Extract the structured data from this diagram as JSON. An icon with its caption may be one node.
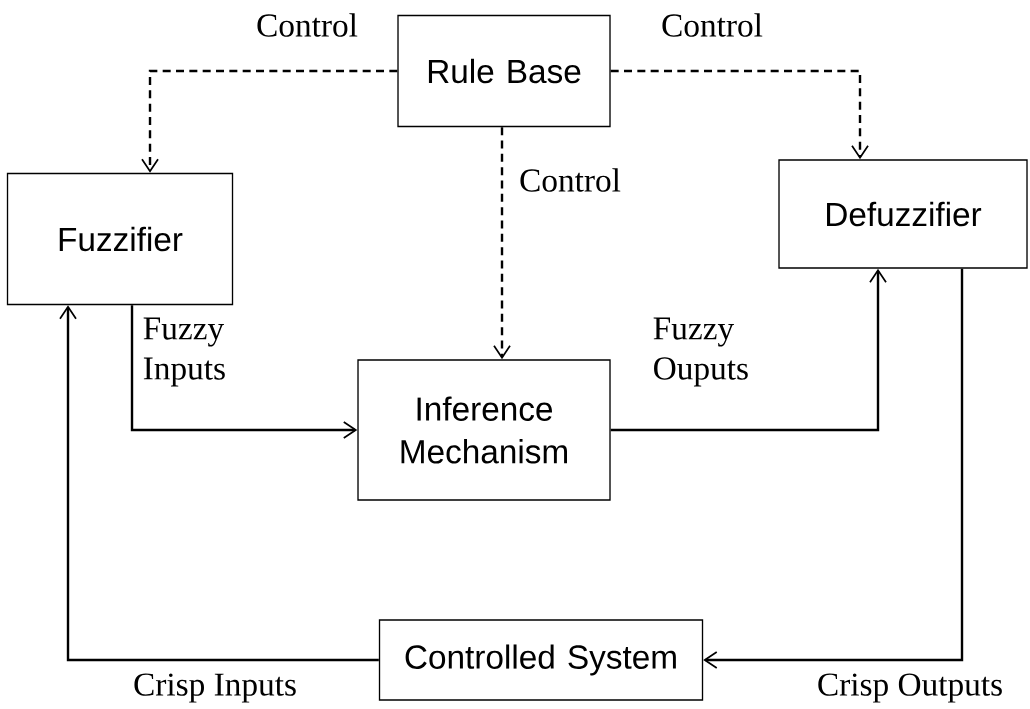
{
  "diagram": {
    "nodes": [
      {
        "text": [
          "Rule Base"
        ]
      },
      {
        "text": [
          "Fuzzifier"
        ]
      },
      {
        "text": [
          "Defuzzifier"
        ]
      },
      {
        "text": [
          "Inference Mechanism"
        ]
      },
      {
        "text": [
          "Controlled System"
        ]
      }
    ],
    "edges": [
      {
        "from": 0,
        "to": 1,
        "arrow": "to",
        "style": "dashed",
        "label": "Control"
      },
      {
        "from": 0,
        "to": 2,
        "arrow": "to",
        "style": "dashed",
        "label": "Control"
      },
      {
        "from": 0,
        "to": 3,
        "arrow": "to",
        "style": "dashed",
        "label": "Control"
      },
      {
        "from": 1,
        "to": 3,
        "arrow": "to",
        "label": "Fuzzy Inputs"
      },
      {
        "from": 3,
        "to": 2,
        "arrow": "to",
        "label": "Fuzzy Ouputs"
      },
      {
        "from": 2,
        "to": 4,
        "arrow": "to",
        "label": "Crisp Outputs"
      },
      {
        "from": 4,
        "to": 1,
        "arrow": "to",
        "label": "Crisp Inputs"
      }
    ]
  }
}
